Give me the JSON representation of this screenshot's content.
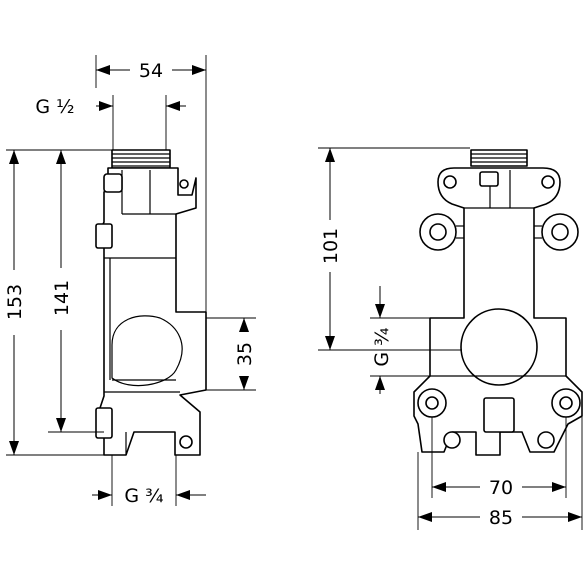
{
  "dimensions": {
    "width_top": "54",
    "inlet_thread": "G ½",
    "height_overall": "153",
    "height_mid": "141",
    "outlet_height": "35",
    "outlet_thread": "G ¾",
    "front_height": "101",
    "front_thread": "G ¾",
    "front_width_inner": "70",
    "front_width_outer": "85"
  }
}
